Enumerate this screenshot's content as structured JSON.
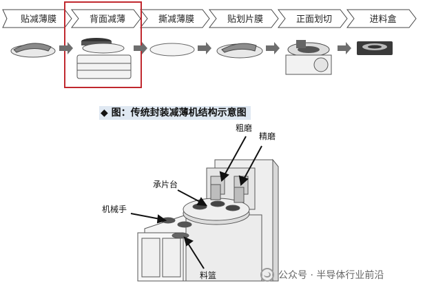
{
  "process_steps": [
    "贴减薄膜",
    "背面减薄",
    "撕减薄膜",
    "贴划片膜",
    "正面划切",
    "进料盒"
  ],
  "highlighted_step": "背面减薄",
  "highlight_color": "#c0272d",
  "figure_caption": "◆ 图：传统封装减薄机结构示意图",
  "callouts": {
    "rough_grind": "粗磨",
    "fine_grind": "精磨",
    "chuck_table": "承片台",
    "robot_arm": "机械手",
    "cassette": "料篮"
  },
  "watermark": "公众号 · 半导体行业前沿"
}
